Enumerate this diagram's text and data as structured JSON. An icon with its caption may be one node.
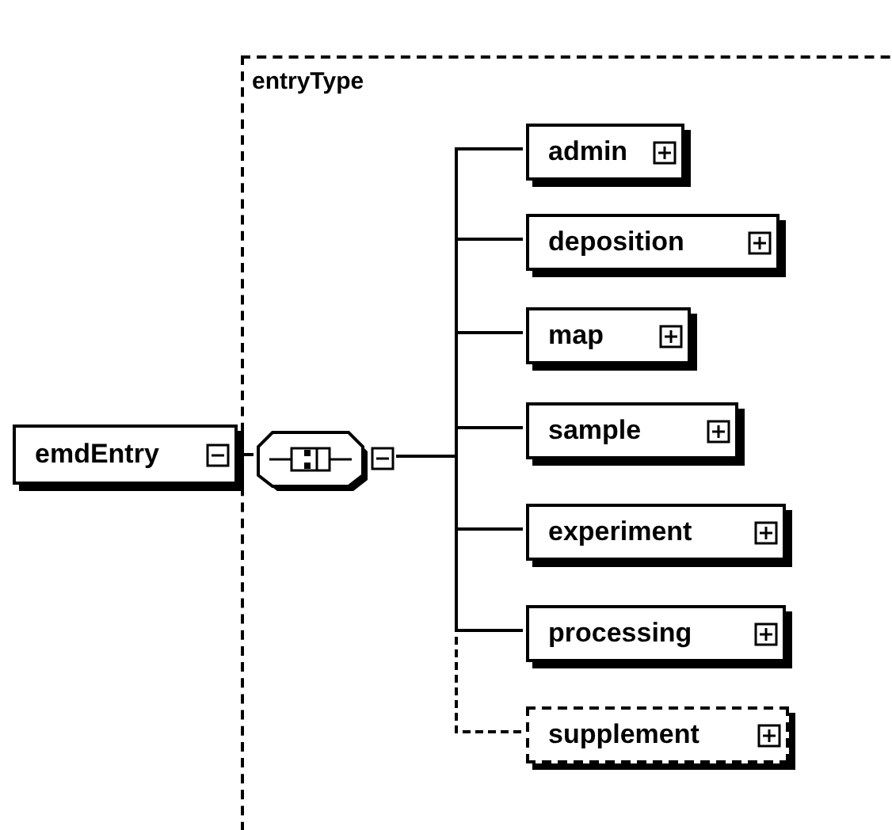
{
  "diagram": {
    "nodes": [
      {
        "text": [
          "entryType"
        ]
      },
      {
        "text": [
          "emdEntry"
        ]
      },
      {
        "text": [],
        "shape": "octagon",
        "in": 0
      },
      {
        "text": [
          "admin"
        ],
        "in": 0
      },
      {
        "text": [
          "deposition"
        ],
        "in": 0
      },
      {
        "text": [
          "map"
        ],
        "in": 0
      },
      {
        "text": [
          "sample"
        ],
        "in": 0
      },
      {
        "text": [
          "experiment"
        ],
        "in": 0
      },
      {
        "text": [
          "processing"
        ],
        "in": 0
      },
      {
        "text": [
          "supplement"
        ],
        "in": 0
      }
    ],
    "edges": [
      {
        "from": 1,
        "to": 2,
        "arrow": "none"
      },
      {
        "from": 2,
        "to": 3,
        "arrow": "none"
      },
      {
        "from": 2,
        "to": 4,
        "arrow": "none"
      },
      {
        "from": 2,
        "to": 5,
        "arrow": "none"
      },
      {
        "from": 2,
        "to": 6,
        "arrow": "none"
      },
      {
        "from": 2,
        "to": 7,
        "arrow": "none"
      },
      {
        "from": 2,
        "to": 8,
        "arrow": "none"
      },
      {
        "from": 2,
        "to": 9,
        "arrow": "none",
        "style": "dashed"
      }
    ]
  }
}
